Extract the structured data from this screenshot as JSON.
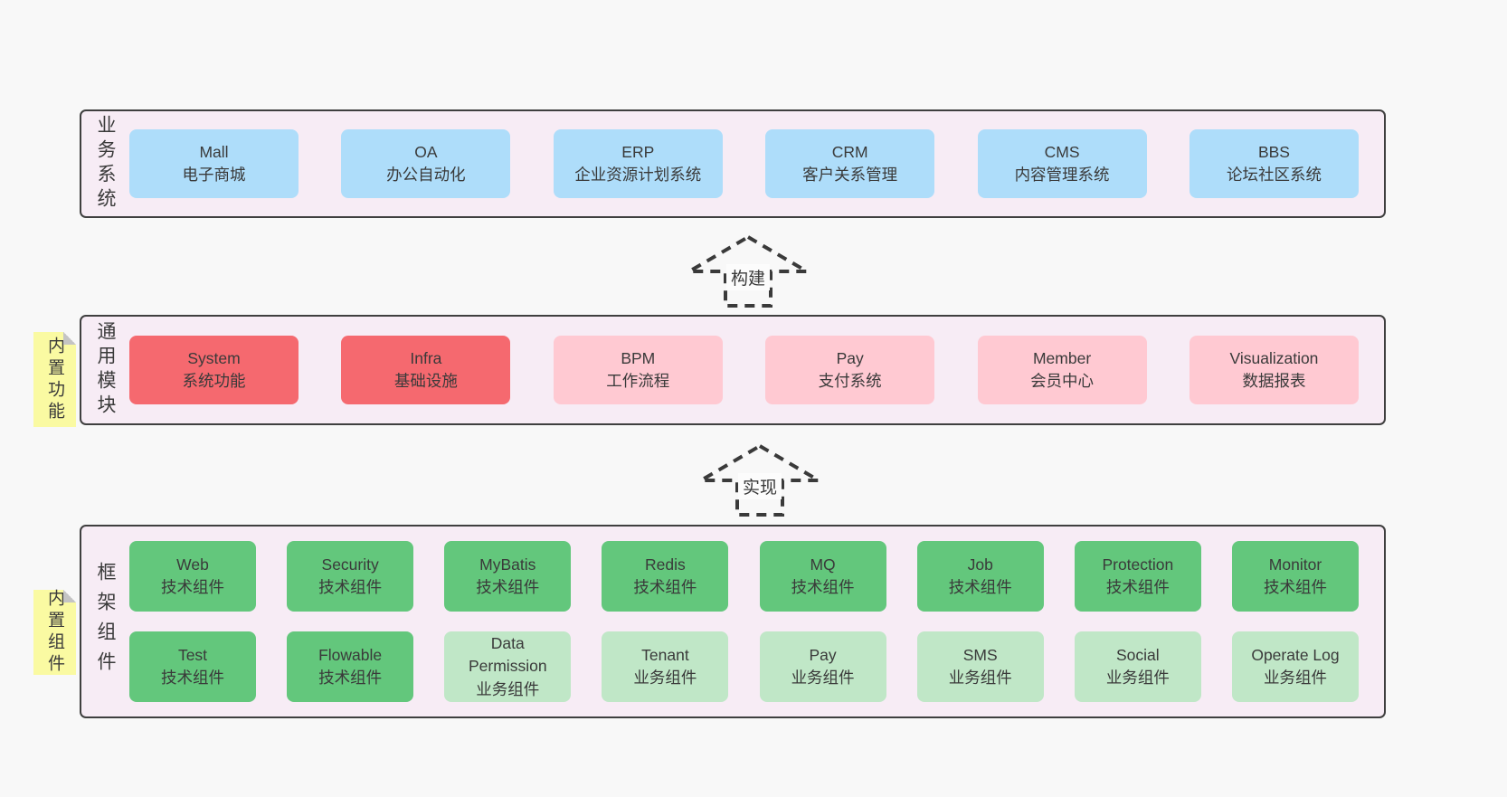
{
  "colors": {
    "page_bg": "#f8f8f8",
    "band_bg": "#f7ecf5",
    "band_border": "#3f3f3f",
    "text": "#3a3a3a",
    "blue": "#aeddfa",
    "red": "#f5696f",
    "pink": "#ffc9d2",
    "green_dark": "#63c77c",
    "green_light": "#c0e7c7",
    "sticky_yellow": "#fafaa2",
    "sticky_fold": "#c4c4c4",
    "arrow_stroke": "#3a3a3a",
    "arrow_label_bg": "#fcfcfc"
  },
  "arrows": [
    {
      "label": "构建"
    },
    {
      "label": "实现"
    }
  ],
  "stickies": [
    {
      "id": "built-in-features",
      "label": "内置功能"
    },
    {
      "id": "built-in-components",
      "label": "内置组件"
    }
  ],
  "bands": [
    {
      "id": "business-systems",
      "label": "业务系统",
      "rows": [
        [
          {
            "name": "Mall",
            "desc": "电子商城",
            "variant": "blue"
          },
          {
            "name": "OA",
            "desc": "办公自动化",
            "variant": "blue"
          },
          {
            "name": "ERP",
            "desc": "企业资源计划系统",
            "variant": "blue"
          },
          {
            "name": "CRM",
            "desc": "客户关系管理",
            "variant": "blue"
          },
          {
            "name": "CMS",
            "desc": "内容管理系统",
            "variant": "blue"
          },
          {
            "name": "BBS",
            "desc": "论坛社区系统",
            "variant": "blue"
          }
        ]
      ]
    },
    {
      "id": "common-modules",
      "label": "通用模块",
      "rows": [
        [
          {
            "name": "System",
            "desc": "系统功能",
            "variant": "red"
          },
          {
            "name": "Infra",
            "desc": "基础设施",
            "variant": "red"
          },
          {
            "name": "BPM",
            "desc": "工作流程",
            "variant": "pink"
          },
          {
            "name": "Pay",
            "desc": "支付系统",
            "variant": "pink"
          },
          {
            "name": "Member",
            "desc": "会员中心",
            "variant": "pink"
          },
          {
            "name": "Visualization",
            "desc": "数据报表",
            "variant": "pink"
          }
        ]
      ]
    },
    {
      "id": "framework-components",
      "label": "框架组件",
      "rows": [
        [
          {
            "name": "Web",
            "desc": "技术组件",
            "variant": "green_dark"
          },
          {
            "name": "Security",
            "desc": "技术组件",
            "variant": "green_dark"
          },
          {
            "name": "MyBatis",
            "desc": "技术组件",
            "variant": "green_dark"
          },
          {
            "name": "Redis",
            "desc": "技术组件",
            "variant": "green_dark"
          },
          {
            "name": "MQ",
            "desc": "技术组件",
            "variant": "green_dark"
          },
          {
            "name": "Job",
            "desc": "技术组件",
            "variant": "green_dark"
          },
          {
            "name": "Protection",
            "desc": "技术组件",
            "variant": "green_dark"
          },
          {
            "name": "Monitor",
            "desc": "技术组件",
            "variant": "green_dark"
          }
        ],
        [
          {
            "name": "Test",
            "desc": "技术组件",
            "variant": "green_dark"
          },
          {
            "name": "Flowable",
            "desc": "技术组件",
            "variant": "green_dark"
          },
          {
            "name": "Data Permission",
            "desc": "业务组件",
            "variant": "green_light"
          },
          {
            "name": "Tenant",
            "desc": "业务组件",
            "variant": "green_light"
          },
          {
            "name": "Pay",
            "desc": "业务组件",
            "variant": "green_light"
          },
          {
            "name": "SMS",
            "desc": "业务组件",
            "variant": "green_light"
          },
          {
            "name": "Social",
            "desc": "业务组件",
            "variant": "green_light"
          },
          {
            "name": "Operate Log",
            "desc": "业务组件",
            "variant": "green_light"
          }
        ]
      ]
    }
  ]
}
